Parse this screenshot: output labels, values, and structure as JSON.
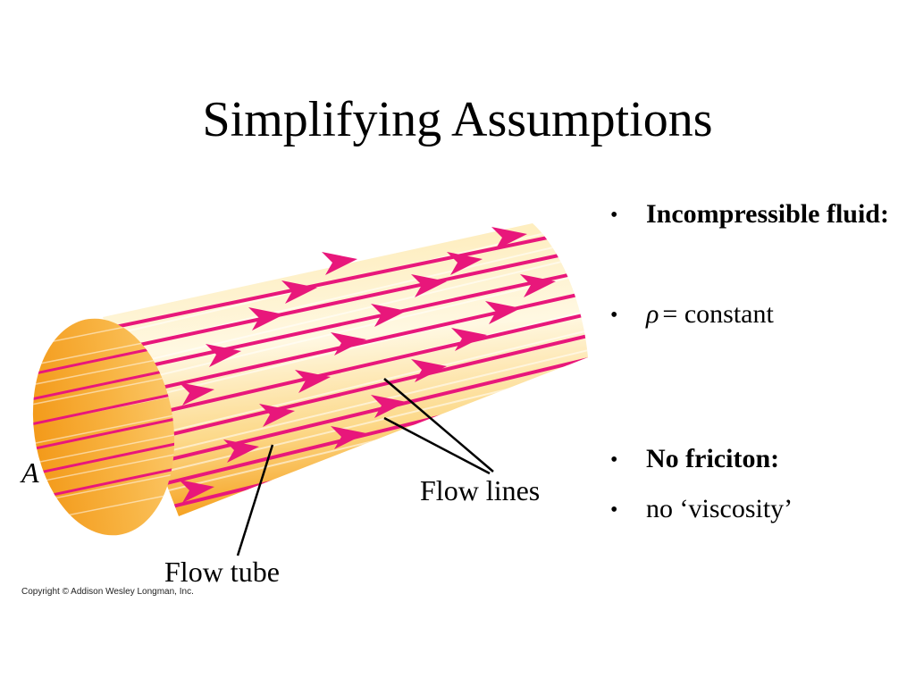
{
  "slide": {
    "title": "Simplifying Assumptions"
  },
  "diagram": {
    "label_area": "A",
    "label_flow_lines": "Flow lines",
    "label_flow_tube": "Flow tube",
    "copyright": "Copyright © Addison Wesley Longman, Inc.",
    "colors": {
      "tube_light": "#fde9b0",
      "tube_mid": "#fbc666",
      "tube_dark": "#f6a323",
      "flow_line": "#e8177b"
    }
  },
  "bullets": [
    {
      "bold": "Incompressible fluid:",
      "text": ""
    },
    {
      "symbol": "ρ",
      "text": "= constant"
    },
    {
      "bold": "No friciton:",
      "text": ""
    },
    {
      "text": "no ‘viscosity’"
    }
  ]
}
